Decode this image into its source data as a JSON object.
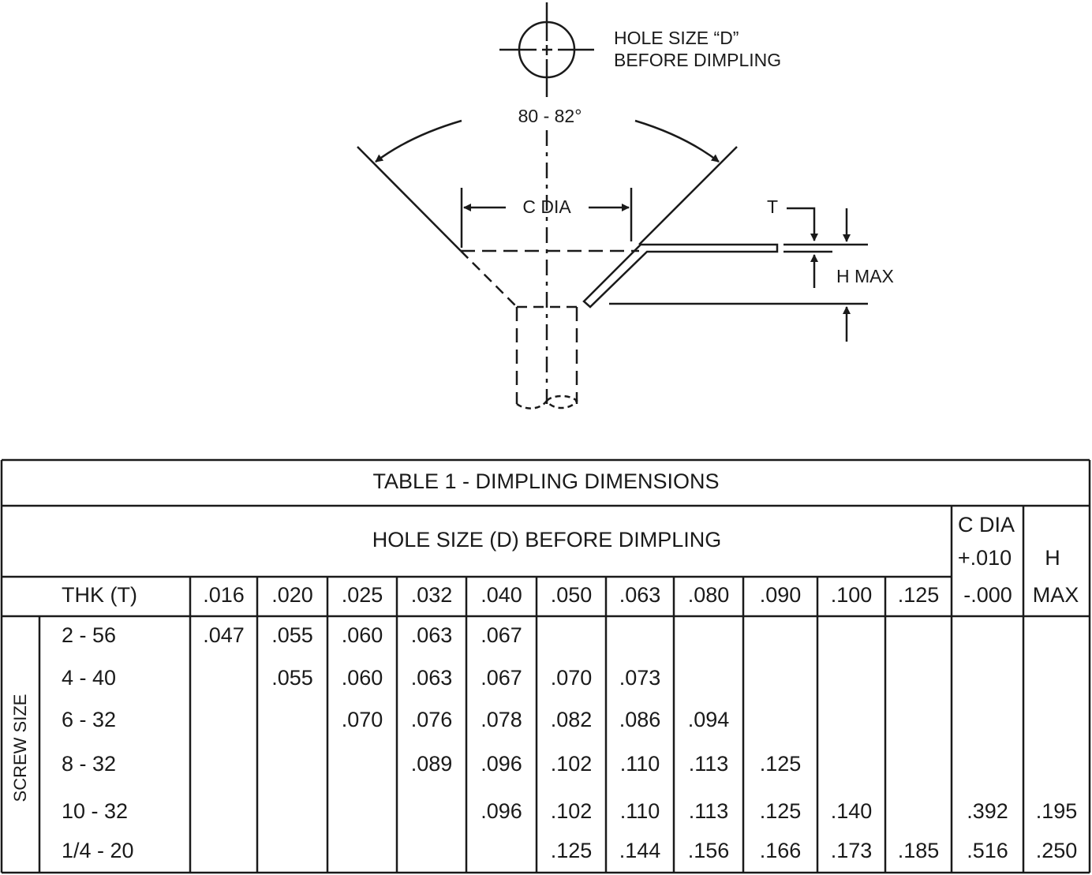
{
  "diagram": {
    "hole_label_line1": "HOLE SIZE “D”",
    "hole_label_line2": "BEFORE DIMPLING",
    "angle_label": "80 - 82°",
    "c_dia_label": "C DIA",
    "t_label": "T",
    "h_max_label": "H MAX"
  },
  "table": {
    "title": "TABLE 1  -  DIMPLING DIMENSIONS",
    "group_header": "HOLE SIZE (D) BEFORE DIMPLING",
    "cdia_header": [
      "C DIA",
      "+.010",
      "-.000"
    ],
    "hmax_header": [
      "H",
      "MAX"
    ],
    "thk_label": "THK (T)",
    "row_group_label": "SCREW SIZE",
    "thicknesses": [
      ".016",
      ".020",
      ".025",
      ".032",
      ".040",
      ".050",
      ".063",
      ".080",
      ".090",
      ".100",
      ".125"
    ],
    "rows": [
      {
        "screw": "2 - 56",
        "values": [
          ".047",
          ".055",
          ".060",
          ".063",
          ".067",
          "",
          "",
          "",
          "",
          "",
          ""
        ],
        "cdia": "",
        "hmax": ""
      },
      {
        "screw": "4 - 40",
        "values": [
          "",
          ".055",
          ".060",
          ".063",
          ".067",
          ".070",
          ".073",
          "",
          "",
          "",
          ""
        ],
        "cdia": "",
        "hmax": ""
      },
      {
        "screw": "6 - 32",
        "values": [
          "",
          "",
          ".070",
          ".076",
          ".078",
          ".082",
          ".086",
          ".094",
          "",
          "",
          ""
        ],
        "cdia": "",
        "hmax": ""
      },
      {
        "screw": "8 - 32",
        "values": [
          "",
          "",
          "",
          ".089",
          ".096",
          ".102",
          ".110",
          ".113",
          ".125",
          "",
          ""
        ],
        "cdia": "",
        "hmax": ""
      },
      {
        "screw": "10 - 32",
        "values": [
          "",
          "",
          "",
          "",
          ".096",
          ".102",
          ".110",
          ".113",
          ".125",
          ".140",
          ""
        ],
        "cdia": ".392",
        "hmax": ".195"
      },
      {
        "screw": "1/4 - 20",
        "values": [
          "",
          "",
          "",
          "",
          "",
          ".125",
          ".144",
          ".156",
          ".166",
          ".173",
          ".185"
        ],
        "cdia": ".516",
        "hmax": ".250"
      }
    ]
  }
}
